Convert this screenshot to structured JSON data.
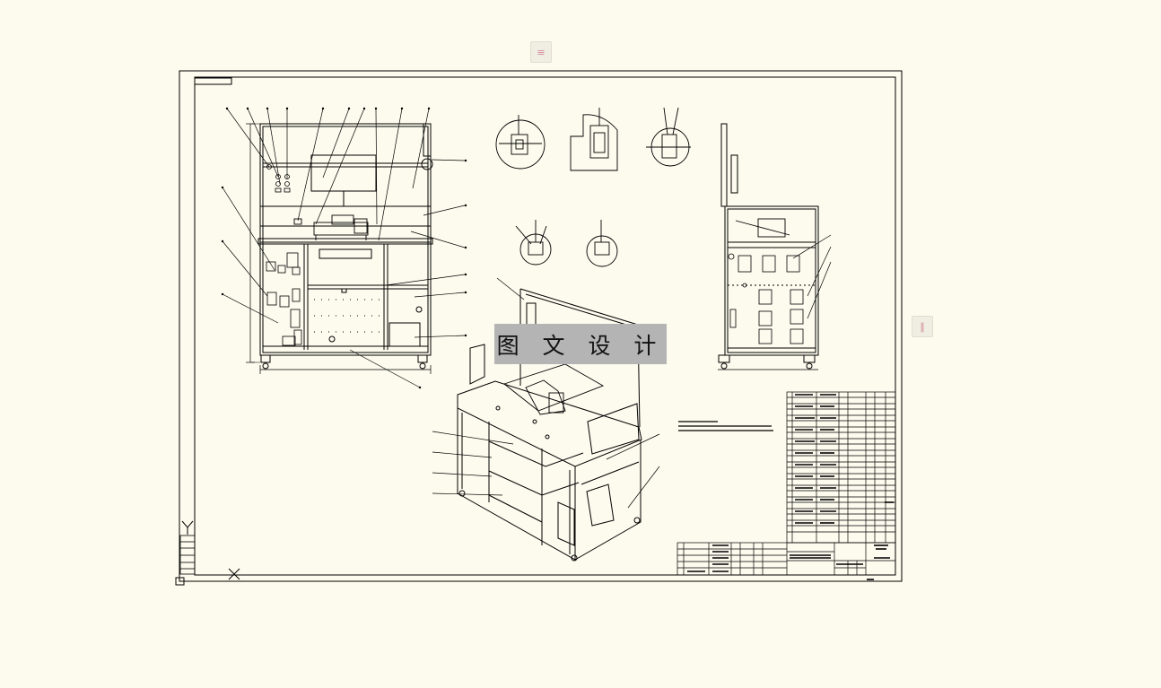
{
  "watermark": {
    "text": "图 文 设 计"
  },
  "tabs": [
    {
      "name": "top-tab",
      "glyph": "≡"
    },
    {
      "name": "right-tab",
      "glyph": "∥"
    }
  ],
  "colors": {
    "background": "#fdfbee",
    "line": "#000000",
    "watermark_bg": "#b4b4b4",
    "tab_glyph": "#d38a9a"
  }
}
